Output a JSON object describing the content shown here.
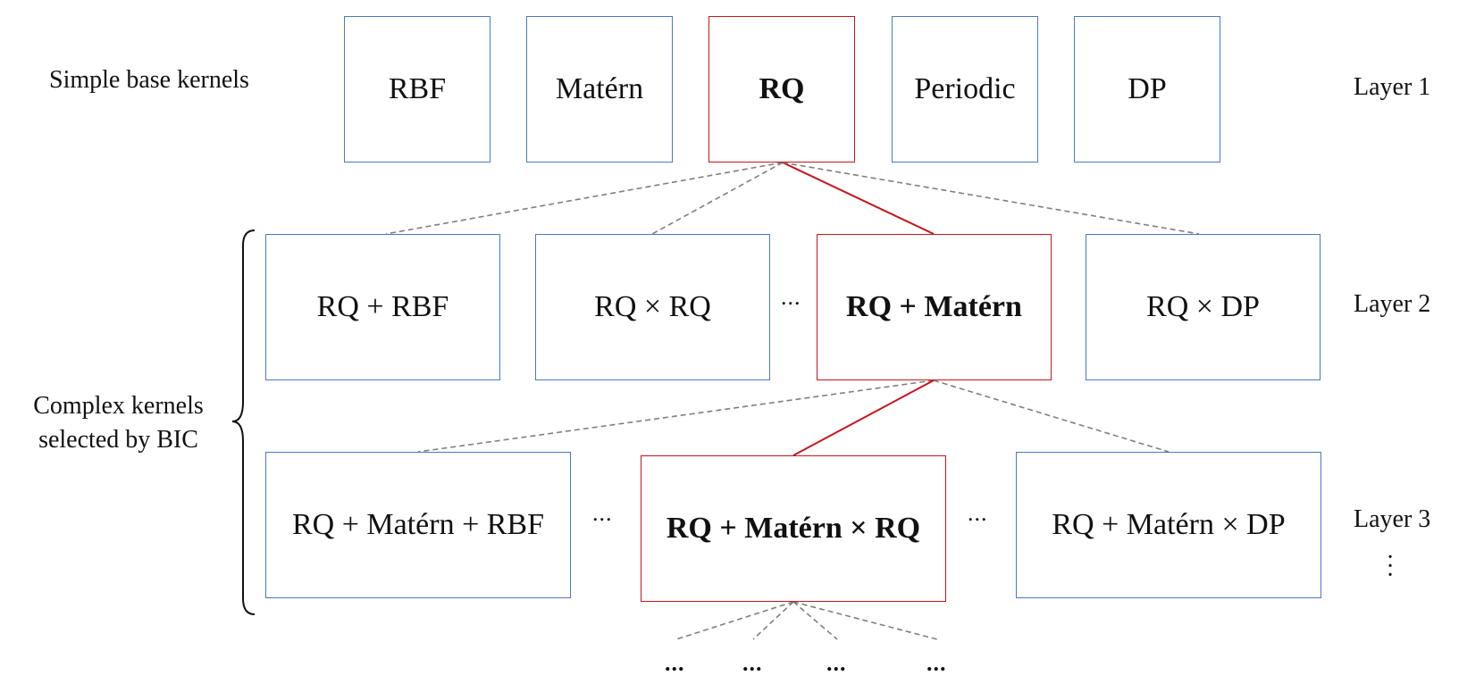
{
  "labels": {
    "simple": "Simple base kernels",
    "complex_line1": "Complex kernels",
    "complex_line2": "selected by BIC",
    "layer1": "Layer 1",
    "layer2": "Layer 2",
    "layer3": "Layer 3"
  },
  "colors": {
    "box_border": "#4a78c4",
    "selected_border": "#c4161c",
    "dashed_line": "#7f7f7f"
  },
  "layer1": [
    {
      "label": "RBF",
      "selected": false
    },
    {
      "label": "Matérn",
      "selected": false
    },
    {
      "label": "RQ",
      "selected": true
    },
    {
      "label": "Periodic",
      "selected": false
    },
    {
      "label": "DP",
      "selected": false
    }
  ],
  "layer2": [
    {
      "label": "RQ + RBF",
      "selected": false
    },
    {
      "label": "RQ × RQ",
      "selected": false
    },
    {
      "label": "RQ + Matérn",
      "selected": true
    },
    {
      "label": "RQ × DP",
      "selected": false
    }
  ],
  "layer3": [
    {
      "label": "RQ + Matérn + RBF",
      "selected": false
    },
    {
      "label": "RQ + Matérn × RQ",
      "selected": true
    },
    {
      "label": "RQ + Matérn × DP",
      "selected": false
    }
  ],
  "ellipsis": "...",
  "vertical_ellipsis": "⋮"
}
